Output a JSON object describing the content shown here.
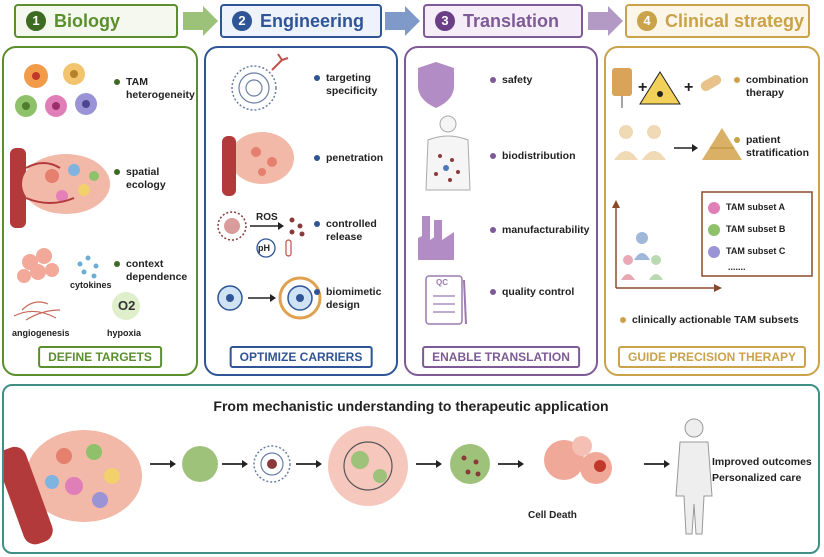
{
  "colors": {
    "biology": "#5b8f2d",
    "engineering": "#2f5597",
    "translation": "#7e5a96",
    "clinical": "#c9a24a",
    "bottom": "#3f8f86"
  },
  "steps": [
    {
      "num": "1",
      "title": "Biology"
    },
    {
      "num": "2",
      "title": "Engineering"
    },
    {
      "num": "3",
      "title": "Translation"
    },
    {
      "num": "4",
      "title": "Clinical strategy"
    }
  ],
  "biology": {
    "items": [
      "TAM heterogeneity",
      "spatial ecology",
      "context dependence"
    ],
    "labels": {
      "cytokines": "cytokines",
      "angiogenesis": "angiogenesis",
      "hypoxia": "hypoxia",
      "o2": "O2"
    },
    "footer": "DEFINE TARGETS"
  },
  "engineering": {
    "items": [
      "targeting specificity",
      "penetration",
      "controlled release",
      "biomimetic design"
    ],
    "labels": {
      "ros": "ROS",
      "ph": "pH"
    },
    "footer": "OPTIMIZE CARRIERS"
  },
  "translation": {
    "items": [
      "safety",
      "biodistribution",
      "manufacturability",
      "quality control"
    ],
    "labels": {
      "qc": "QC"
    },
    "footer": "ENABLE TRANSLATION"
  },
  "clinical": {
    "items": [
      "combination therapy",
      "patient stratification",
      "clinically actionable TAM subsets"
    ],
    "subsets": [
      "TAM subset A",
      "TAM subset B",
      "TAM subset C",
      "......."
    ],
    "footer": "GUIDE PRECISION THERAPY"
  },
  "bottom": {
    "title": "From mechanistic understanding to therapeutic application",
    "cell_death": "Cell Death",
    "outcome1": "Improved outcomes",
    "outcome2": "Personalized care"
  }
}
